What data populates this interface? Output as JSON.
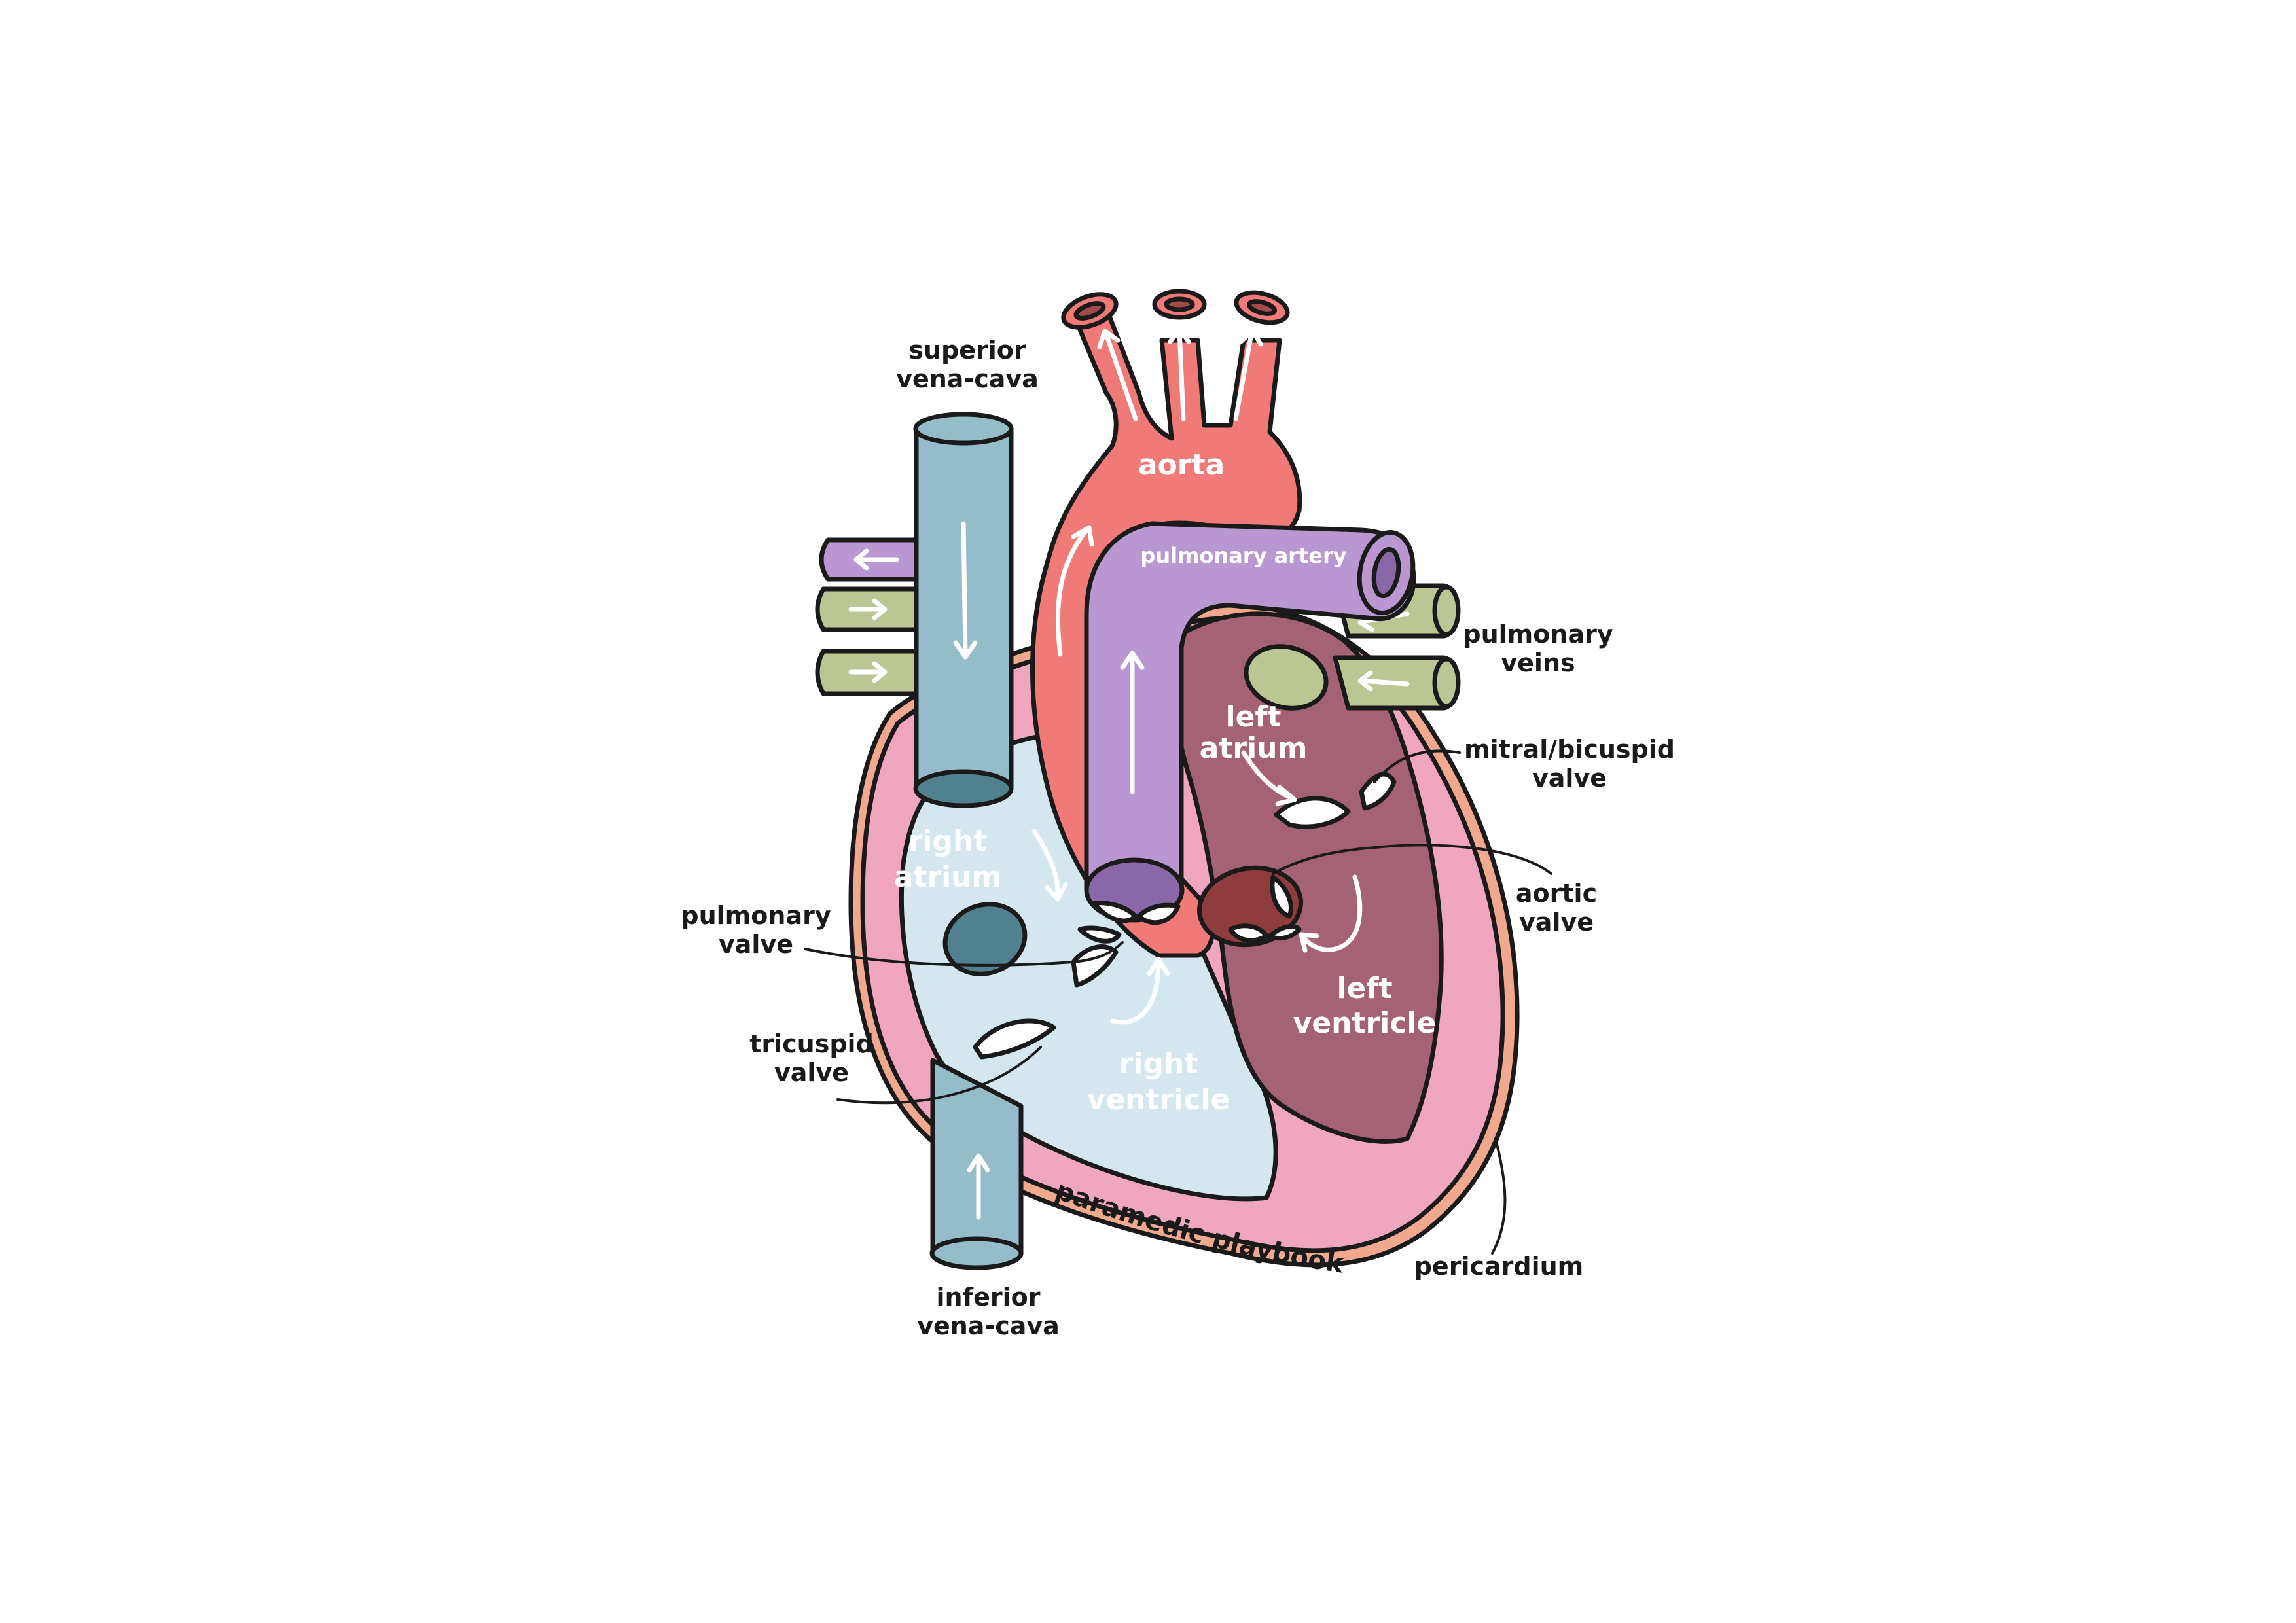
{
  "colors": {
    "vena_cava": "#94bcc9",
    "vena_cava_dark": "#51808e",
    "aorta": "#ef7a78",
    "pulmonary_artery": "#bb97d2",
    "pulmonary_artery_dark": "#8a68a8",
    "pulmonary_veins": "#bac694",
    "right_chambers": "#d4e7ee",
    "left_chambers": "#a66275",
    "myocardium": "#f1a6bf",
    "pericardium": "#f0a88e",
    "outline": "#1a1a1a"
  },
  "labels": {
    "superior_vena_cava": [
      "superior",
      "vena-cava"
    ],
    "aorta": "aorta",
    "pulmonary_artery": "pulmonary artery",
    "pulmonary_veins": [
      "pulmonary",
      "veins"
    ],
    "left_atrium": [
      "left",
      "atrium"
    ],
    "mitral_valve": [
      "mitral/bicuspid",
      "valve"
    ],
    "aortic_valve": [
      "aortic",
      "valve"
    ],
    "right_atrium": [
      "right",
      "atrium"
    ],
    "pulmonary_valve": [
      "pulmonary",
      "valve"
    ],
    "tricuspid_valve": [
      "tricuspid",
      "valve"
    ],
    "right_ventricle": [
      "right",
      "ventricle"
    ],
    "left_ventricle": [
      "left",
      "ventricle"
    ],
    "pericardium": "pericardium",
    "inferior_vena_cava": [
      "inferior",
      "vena-cava"
    ],
    "watermark": "paramedic playbook"
  }
}
